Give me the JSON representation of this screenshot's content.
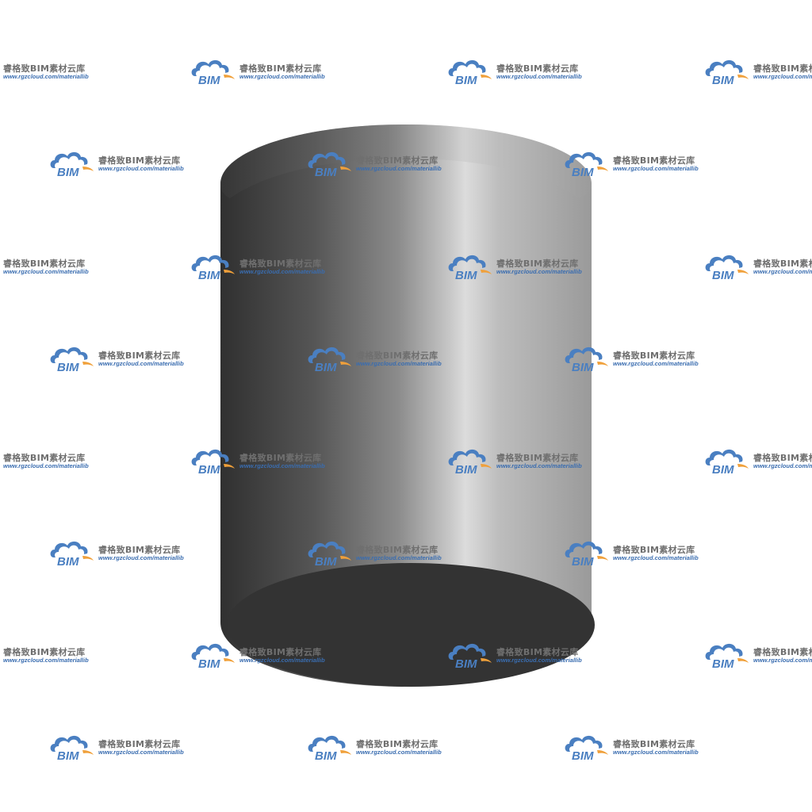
{
  "scene": {
    "background": "#ffffff",
    "object": "cylinder",
    "colors": {
      "body_dark": "#2f2f2f",
      "body_mid": "#8a8a8a",
      "body_highlight": "#d9d9d9",
      "body_right": "#a0a0a0",
      "bottom_face": "#333333",
      "top_face": "#5a5a5a"
    }
  },
  "watermark": {
    "logo_text": "BIM",
    "title": "睿格致BIM素材云库",
    "url": "www.rgzcloud.com/materiallib",
    "logo_cloud_color": "#4a7fc1",
    "logo_arc_color": "#f0a03a",
    "text_color": "#6f6f6f",
    "url_color": "#3a6db0"
  }
}
